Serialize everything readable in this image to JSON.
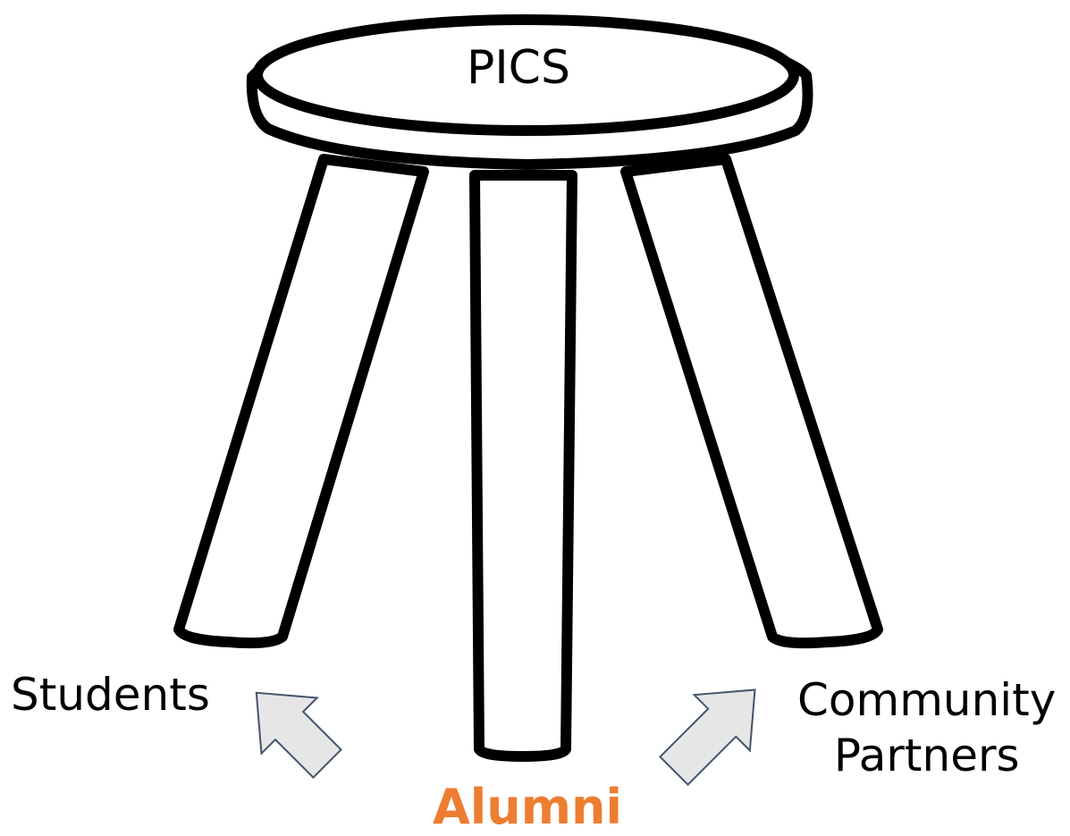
{
  "stool": {
    "seat_label": "PICS"
  },
  "legs": {
    "left_label": "Students",
    "right_label_line1": "Community",
    "right_label_line2": "Partners"
  },
  "base": {
    "center_label": "Alumni"
  },
  "colors": {
    "outline": "#000000",
    "fill": "#ffffff",
    "center_label": "#ED7D31",
    "arrow_fill": "#E7E6E6",
    "arrow_stroke": "#44546A"
  }
}
